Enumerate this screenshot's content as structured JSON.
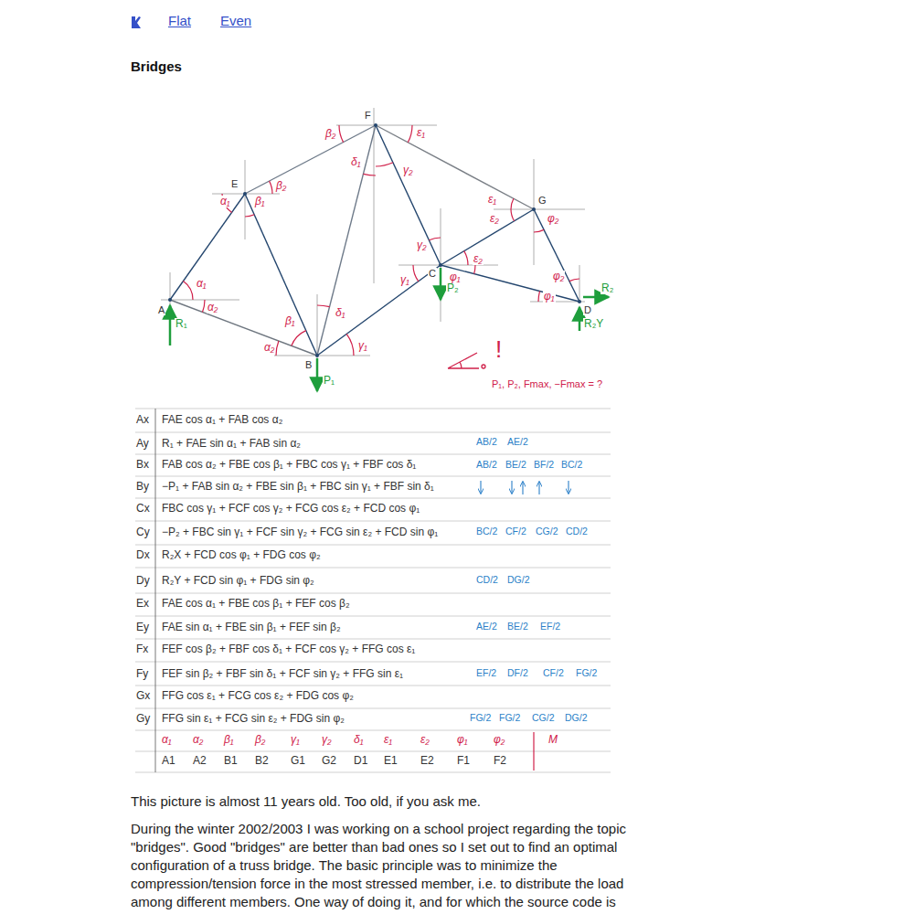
{
  "diagram": {
    "title": "Bridges",
    "labels": [
      "Flat",
      "Even",
      "A",
      "E",
      "F",
      "B",
      "C",
      "G",
      "D",
      "R₁",
      "P₁",
      "P₂",
      "R₂",
      "R₂Y",
      "α₁",
      "α₂",
      "α₁",
      "β₁",
      "β₂",
      "β₂",
      "δ₁",
      "ε₁",
      "γ₂",
      "α₂",
      "β₁",
      "δ₁",
      "γ₁",
      "γ₂",
      "γ₁",
      "ε₂",
      "φ₁",
      "ε₁",
      "ε₂",
      "φ₂",
      "φ₁",
      "φ₂",
      "!",
      "P₁, P₂, Fmax, −Fmax = ?",
      "Ax",
      "Ay",
      "Bx",
      "By",
      "Cx",
      "Cy",
      "Dx",
      "Dy",
      "Ex",
      "Ey",
      "Fx",
      "Fy",
      "Gx",
      "Gy",
      "FAE cos α₁ + FAB cos α₂",
      "R₁ + FAE sin α₁ + FAB sin α₂",
      "FAB cos α₂ + FBE cos β₁ + FBC cos γ₁ + FBF cos δ₁",
      "−P₁ + FAB sin α₂ + FBE sin β₁ + FBC sin γ₁ + FBF sin δ₁",
      "FBC cos γ₁ + FCF cos γ₂ + FCG cos ε₂ + FCD cos φ₁",
      "−P₂ + FBC sin γ₁ + FCF sin γ₂ + FCG sin ε₂ + FCD sin φ₁",
      "R₂X + FCD cos φ₁ + FDG cos φ₂",
      "R₂Y + FCD sin φ₁ + FDG sin φ₂",
      "FAE cos α₁ + FBE cos β₁ + FEF cos β₂",
      "FAE sin α₁ + FBE sin β₁ + FEF sin β₂",
      "FEF cos β₂ + FBF cos δ₁ + FCF cos γ₂ + FFG cos ε₁",
      "FEF sin β₂ + FBF sin δ₁ + FCF sin γ₂ + FFG sin ε₁",
      "FFG cos ε₁ + FCG cos ε₂ + FDG cos φ₂",
      "FFG sin ε₁ + FCG sin ε₂ + FDG sin φ₂",
      "AB/2",
      "AE/2",
      "AB/2",
      "BE/2",
      "BF/2",
      "BC/2",
      "BC/2",
      "CF/2",
      "CG/2",
      "CD/2",
      "CD/2",
      "DG/2",
      "AE/2",
      "BE/2",
      "EF/2",
      "EF/2",
      "DF/2",
      "CF/2",
      "FG/2",
      "FG/2",
      "FG/2",
      "CG/2",
      "DG/2",
      "α₁",
      "α₂",
      "β₁",
      "β₂",
      "γ₁",
      "γ₂",
      "δ₁",
      "ε₁",
      "ε₂",
      "φ₁",
      "φ₂",
      "M",
      "A1",
      "A2",
      "B1",
      "B2",
      "G1",
      "G2",
      "D1",
      "E1",
      "E2",
      "F1",
      "F2",
      "This picture is almost 11 years old. Too old, if you ask me.",
      "During the winter 2002/2003 I was working on a school project regarding the topic \"bridges\". Good \"bridges\" are better than bad ones so I set out to find an optimal configuration of a truss bridge. The basic principle was to minimize the compression/tension force in the most stressed member, i.e. to distribute the load among different members. One way of doing it, and for which the source code is"
    ]
  }
}
